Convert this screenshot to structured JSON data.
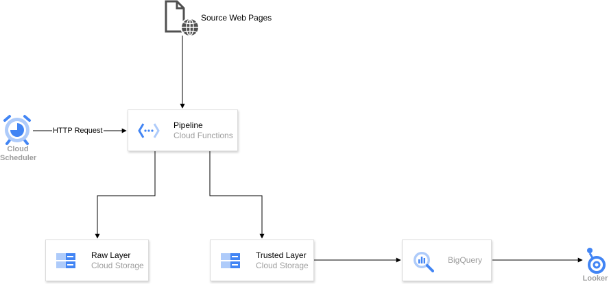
{
  "colors": {
    "gcp_blue": "#4285f4",
    "gcp_light_blue": "#aecbfa",
    "muted_text": "#9e9e9e",
    "edge": "#000000"
  },
  "source": {
    "label": "Source Web Pages",
    "icon": "web-document-globe-icon"
  },
  "scheduler": {
    "line1": "Cloud",
    "line2": "Scheduler",
    "icon": "cloud-scheduler-clock-icon"
  },
  "http_edge": {
    "label": "HTTP Request"
  },
  "pipeline": {
    "title": "Pipeline",
    "subtitle": "Cloud Functions",
    "icon": "cloud-functions-icon"
  },
  "raw": {
    "title": "Raw Layer",
    "subtitle": "Cloud Storage",
    "icon": "cloud-storage-icon"
  },
  "trusted": {
    "title": "Trusted Layer",
    "subtitle": "Cloud Storage",
    "icon": "cloud-storage-icon"
  },
  "bigquery": {
    "title": "BigQuery",
    "icon": "bigquery-icon"
  },
  "looker": {
    "label": "Looker",
    "icon": "looker-icon"
  }
}
